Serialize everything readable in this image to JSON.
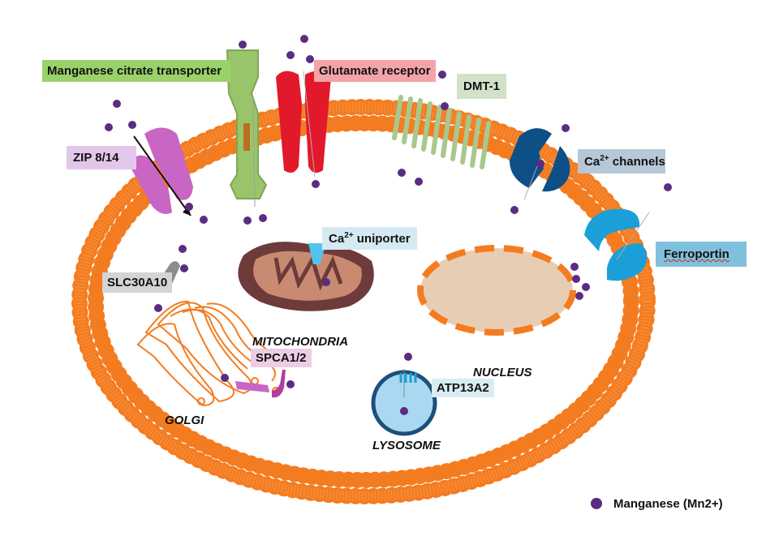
{
  "labels": {
    "manganese_citrate_transporter": "Manganese citrate transporter",
    "glutamate_receptor": "Glutamate receptor",
    "dmt1": "DMT-1",
    "zip": "ZIP 8/14",
    "ca_channels": "channels",
    "ca_channels_prefix": "Ca",
    "ca_uniporter": "uniporter",
    "ca_uniporter_prefix": "Ca",
    "ca_superscript": "2+",
    "ferroportin": "Ferroportin",
    "slc30a10": "SLC30A10",
    "mitochondria": "MITOCHONDRIA",
    "spca": "SPCA1/2",
    "nucleus": "NUCLEUS",
    "atp13a2": "ATP13A2",
    "golgi": "GOLGI",
    "lysosome": "LYSOSOME"
  },
  "legend": {
    "label": "Manganese (Mn2+)",
    "color": "#5b2c83"
  },
  "colors": {
    "membrane": "#f47c20",
    "manganese": "#5b2c83",
    "zip": "#c965c2",
    "citrate": "#9ac46a",
    "glutamate": "#e2182b",
    "dmt1": "#a8c88e",
    "ca_channel": "#0d4f86",
    "ferroportin": "#1b9fd9",
    "mitochondria": "#6e3b3b",
    "nucleus_fill": "#e8cdb5",
    "lysosome": "#1d4f7a"
  }
}
